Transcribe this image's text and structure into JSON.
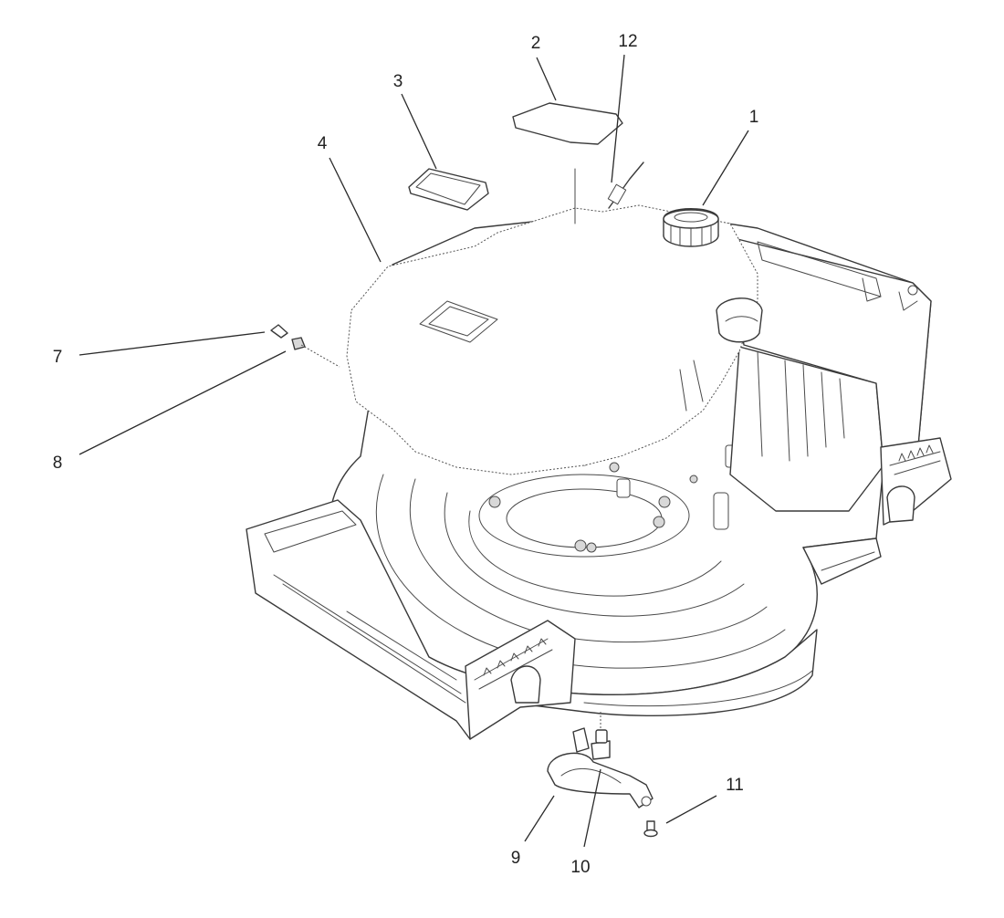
{
  "callouts": [
    {
      "id": "c1",
      "label": "1"
    },
    {
      "id": "c2",
      "label": "2"
    },
    {
      "id": "c3",
      "label": "3"
    },
    {
      "id": "c4",
      "label": "4"
    },
    {
      "id": "c7",
      "label": "7"
    },
    {
      "id": "c8",
      "label": "8"
    },
    {
      "id": "c9",
      "label": "9"
    },
    {
      "id": "c10",
      "label": "10"
    },
    {
      "id": "c11",
      "label": "11"
    },
    {
      "id": "c12",
      "label": "12"
    }
  ]
}
